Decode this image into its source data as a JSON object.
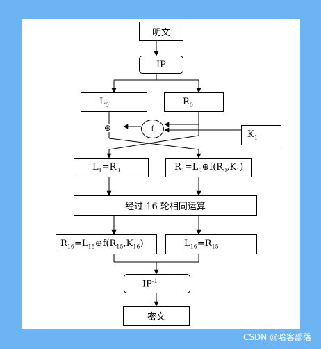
{
  "plaintext": "明文",
  "ip": "IP",
  "l0": "L",
  "l0_sub": "0",
  "r0": "R",
  "r0_sub": "0",
  "func": "f",
  "k1": "K",
  "k1_sub": "1",
  "l1_eq": {
    "a": "L",
    "a_sub": "1",
    "b": "=R",
    "b_sub": "0"
  },
  "r1_eq": {
    "a": "R",
    "a_sub": "1",
    "b": "=L",
    "b_sub": "0",
    "c": "⊕f(R",
    "c_sub": "0",
    "d": ",K",
    "d_sub": "1",
    "e": ")"
  },
  "rounds": "经过 16 轮相同运算",
  "r16_eq": {
    "a": "R",
    "a_sub": "16",
    "b": "=L",
    "b_sub": "15",
    "c": "⊕f(R",
    "c_sub": "15",
    "d": ",K",
    "d_sub": "16",
    "e": ")"
  },
  "l16_eq": {
    "a": "L",
    "a_sub": "16",
    "b": "=R",
    "b_sub": "15"
  },
  "ip_inv": "IP",
  "ip_inv_sup": "-1",
  "ciphertext": "密文",
  "xor_symbol": "⊕",
  "watermark": "CSDN @哈客部落"
}
